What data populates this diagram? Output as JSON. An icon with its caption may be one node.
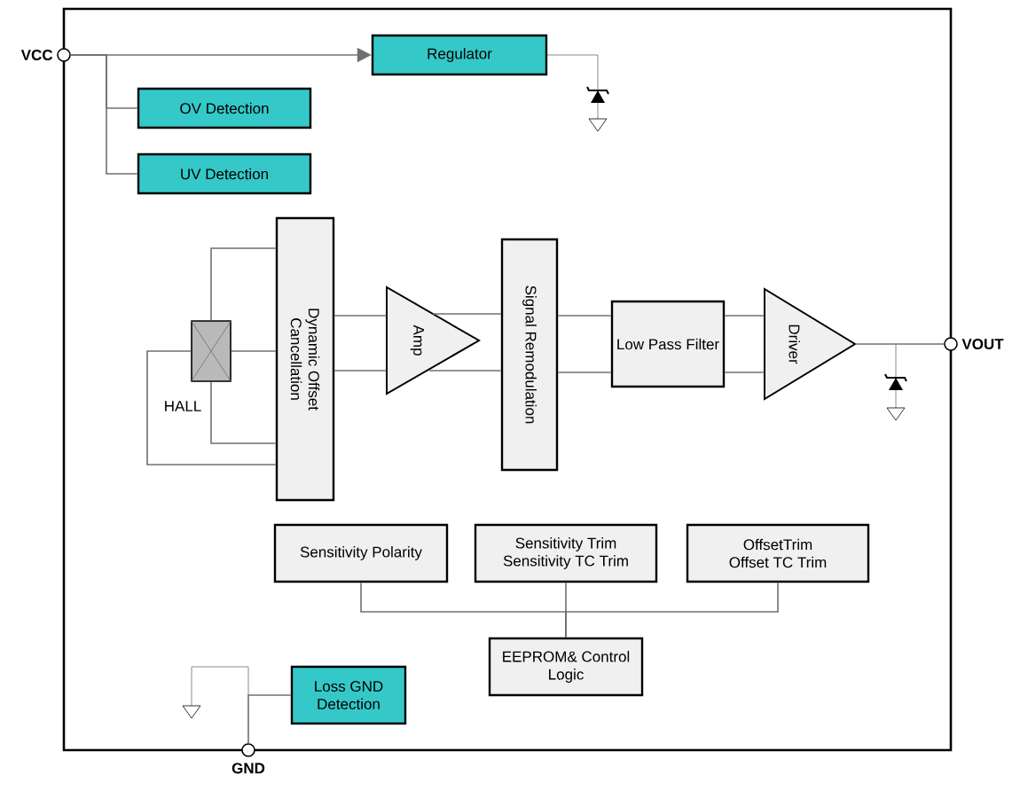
{
  "diagram": {
    "nodes": [
      {
        "text": [],
        "shape": "circle",
        "beside": [
          "VCC"
        ]
      },
      {
        "text": [
          "Regulator"
        ]
      },
      {
        "text": [
          "OV Detection"
        ]
      },
      {
        "text": [
          "UV Detection"
        ]
      },
      {
        "text": [],
        "shape": "box",
        "beside": [
          "HALL"
        ]
      },
      {
        "text": [
          "Dynamic Offset Cancellation"
        ]
      },
      {
        "text": [
          "Amp"
        ]
      },
      {
        "text": [
          "Signal Remodulation"
        ]
      },
      {
        "text": [
          "Low Pass Filter"
        ]
      },
      {
        "text": [
          "Driver"
        ]
      },
      {
        "text": [],
        "shape": "circle",
        "beside": [
          "VOUT"
        ]
      },
      {
        "text": [
          "Sensitivity Polarity"
        ]
      },
      {
        "text": [
          "Sensitivity Trim",
          "Sensitivity TC Trim"
        ]
      },
      {
        "text": [
          "OffsetTrim",
          "Offset TC Trim"
        ]
      },
      {
        "text": [
          "EEPROM& Control Logic"
        ]
      },
      {
        "text": [
          "Loss GND Detection"
        ]
      },
      {
        "text": [],
        "shape": "circle",
        "beside": [
          "GND"
        ]
      }
    ],
    "edges": [
      {
        "from": 0,
        "to": 1,
        "arrow": "to"
      },
      {
        "from": 0,
        "to": 2,
        "arrow": "none"
      },
      {
        "from": 0,
        "to": 3,
        "arrow": "none"
      },
      {
        "from": 4,
        "to": 5,
        "arrow": "none"
      },
      {
        "from": 4,
        "to": 5,
        "arrow": "none"
      },
      {
        "from": 4,
        "to": 5,
        "arrow": "none"
      },
      {
        "from": 4,
        "to": 5,
        "arrow": "none"
      },
      {
        "from": 5,
        "to": 6,
        "arrow": "none"
      },
      {
        "from": 5,
        "to": 6,
        "arrow": "none"
      },
      {
        "from": 6,
        "to": 7,
        "arrow": "none"
      },
      {
        "from": 6,
        "to": 7,
        "arrow": "none"
      },
      {
        "from": 7,
        "to": 8,
        "arrow": "none"
      },
      {
        "from": 7,
        "to": 8,
        "arrow": "none"
      },
      {
        "from": 8,
        "to": 9,
        "arrow": "none"
      },
      {
        "from": 8,
        "to": 9,
        "arrow": "none"
      },
      {
        "from": 9,
        "to": 10,
        "arrow": "none"
      },
      {
        "from": 11,
        "to": 14,
        "arrow": "none"
      },
      {
        "from": 12,
        "to": 14,
        "arrow": "none"
      },
      {
        "from": 13,
        "to": 14,
        "arrow": "none"
      },
      {
        "from": 16,
        "to": 15,
        "arrow": "none"
      }
    ]
  }
}
